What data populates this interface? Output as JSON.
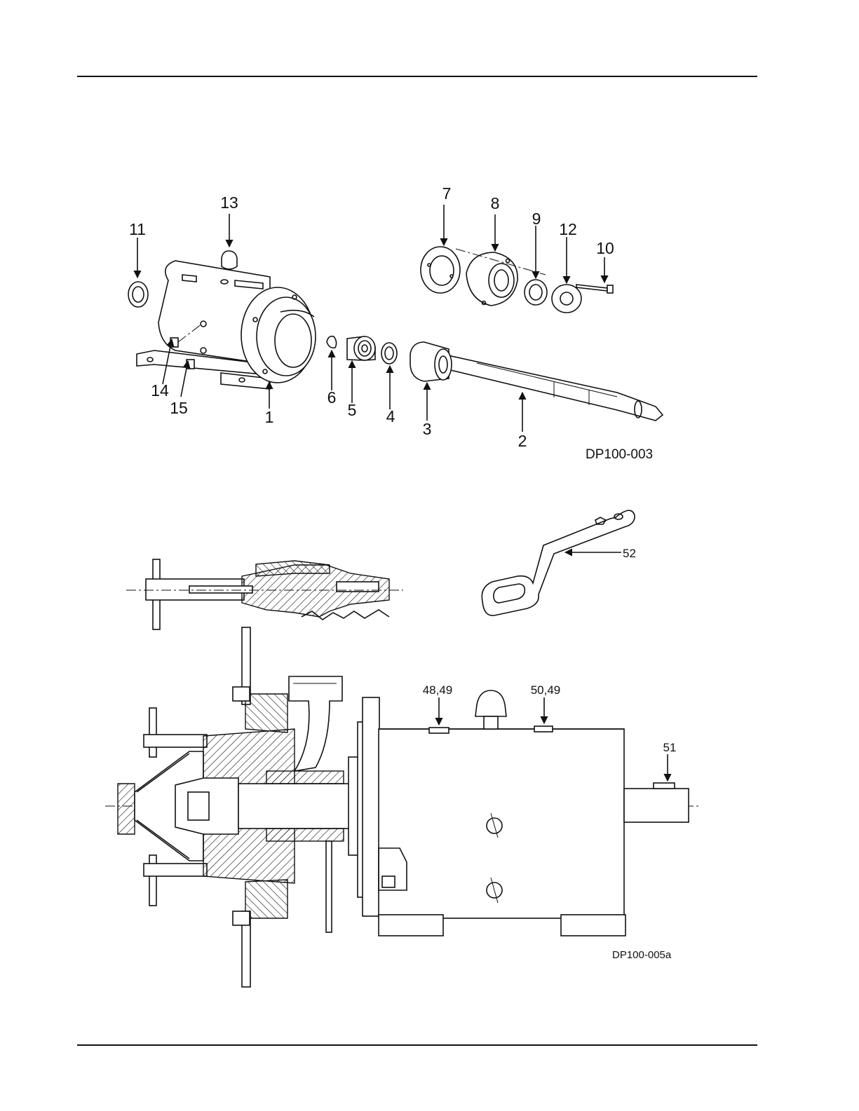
{
  "upper_figure": {
    "code": "DP100-003",
    "callouts": [
      "1",
      "2",
      "3",
      "4",
      "5",
      "6",
      "7",
      "8",
      "9",
      "10",
      "11",
      "12",
      "13",
      "14",
      "15"
    ]
  },
  "lower_figure": {
    "code": "DP100-005a",
    "callouts": [
      "48,49",
      "50,49",
      "51",
      "52"
    ]
  }
}
